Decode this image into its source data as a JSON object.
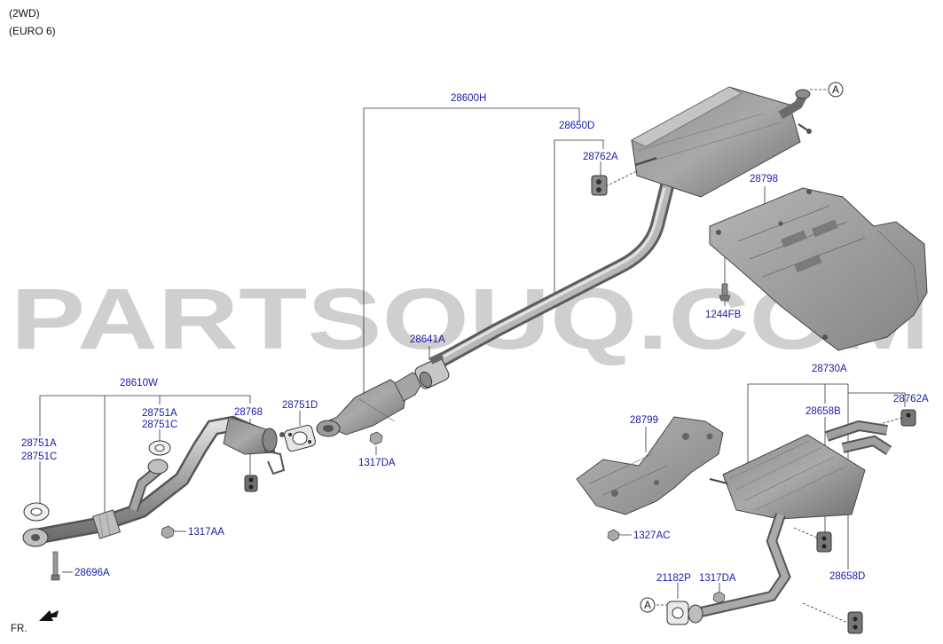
{
  "header": {
    "line1": "(2WD)",
    "line2": "(EURO 6)"
  },
  "watermark": "PARTSOUQ.COM",
  "front_label": "FR.",
  "ref_circle": "A",
  "colors": {
    "part_label": "#1a1aa8",
    "part_code_black": "#111111",
    "line": "#333333",
    "watermark": "#cfcfcf",
    "metal": "#9a9a9a"
  },
  "labels": {
    "p28600H": "28600H",
    "p28650D": "28650D",
    "p28762A_top": "28762A",
    "p28798": "28798",
    "p1244FB": "1244FB",
    "p28641A": "28641A",
    "p28610W": "28610W",
    "p28751A_left": "28751A",
    "p28751C_left": "28751C",
    "p28751A_mid": "28751A",
    "p28751C_mid": "28751C",
    "p28768": "28768",
    "p28751D": "28751D",
    "p1317DA_mid": "1317DA",
    "p1317AA": "1317AA",
    "p28696A": "28696A",
    "p28799": "28799",
    "p1327AC": "1327AC",
    "p28730A": "28730A",
    "p28658B": "28658B",
    "p28762A_right": "28762A",
    "p28658D": "28658D",
    "p21182P": "21182P",
    "p1317DA_low": "1317DA"
  }
}
